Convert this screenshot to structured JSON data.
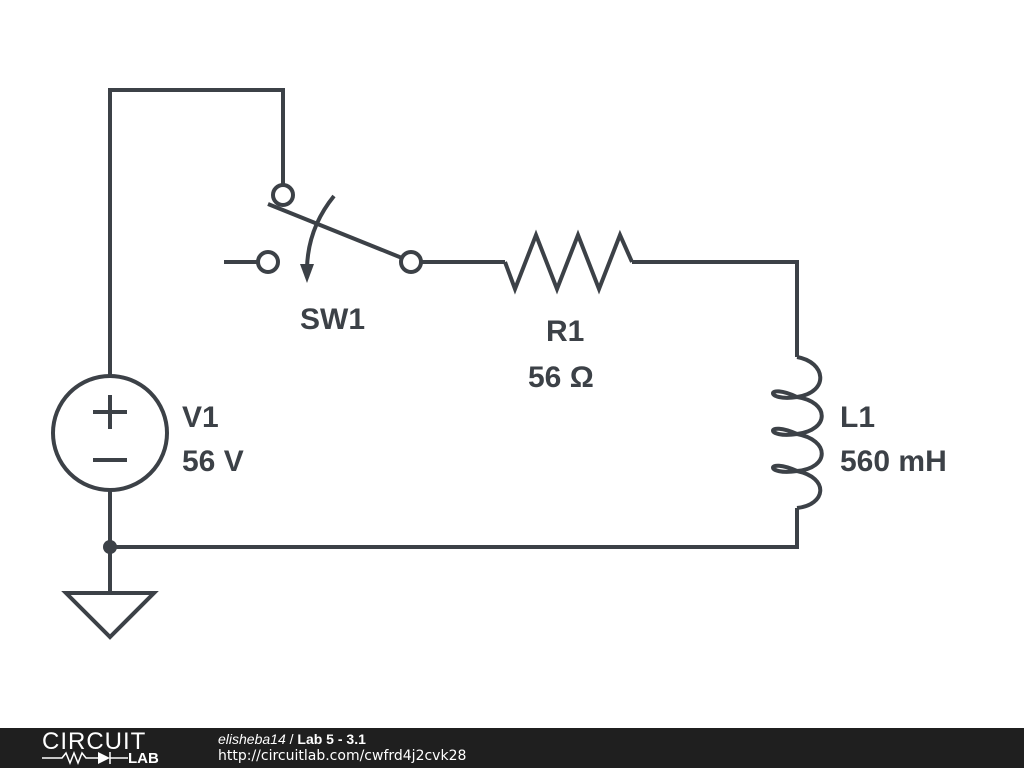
{
  "schematic": {
    "voltage_source": {
      "name": "V1",
      "value": "56 V",
      "plus": "+",
      "minus": "−"
    },
    "switch": {
      "name": "SW1"
    },
    "resistor": {
      "name": "R1",
      "value": "56 Ω"
    },
    "inductor": {
      "name": "L1",
      "value": "560 mH"
    }
  },
  "footer": {
    "logo_top": "CIRCUIT",
    "logo_bottom": "LAB",
    "author": "elisheba14",
    "separator": " / ",
    "title": "Lab 5 - 3.1",
    "url": "http://circuitlab.com/cwfrd4j2cvk28"
  },
  "colors": {
    "wire": "#3c4147",
    "footer_bg": "#1f1f1f",
    "background": "#ffffff"
  }
}
